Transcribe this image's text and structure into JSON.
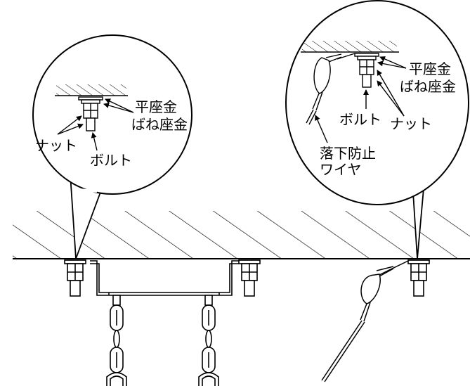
{
  "left_callout": {
    "washers": [
      "平座金",
      "ばね座金"
    ],
    "nut": "ナット",
    "bolt": "ボルト"
  },
  "right_callout": {
    "washers": [
      "平座金",
      "ばね座金"
    ],
    "bolt": "ボルト",
    "nut": "ナット",
    "wire": [
      "落下防止",
      "ワイヤ"
    ]
  },
  "colors": {
    "line": "#000000",
    "background": "#ffffff"
  }
}
